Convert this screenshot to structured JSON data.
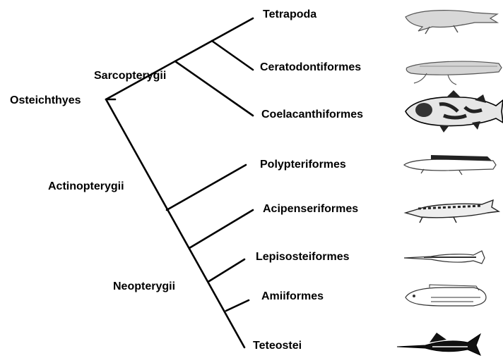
{
  "clades": {
    "osteichthyes": "Osteichthyes",
    "sarcopterygii": "Sarcopterygii",
    "actinopterygii": "Actinopterygii",
    "neopterygii": "Neopterygii"
  },
  "taxa": [
    {
      "name": "Tetrapoda",
      "icon": "tetrapod-fish-icon"
    },
    {
      "name": "Ceratodontiformes",
      "icon": "lungfish-icon"
    },
    {
      "name": "Coelacanthiformes",
      "icon": "coelacanth-icon"
    },
    {
      "name": "Polypteriformes",
      "icon": "bichir-icon"
    },
    {
      "name": "Acipenseriformes",
      "icon": "sturgeon-icon"
    },
    {
      "name": "Lepisosteiformes",
      "icon": "gar-icon"
    },
    {
      "name": "Amiiformes",
      "icon": "bowfin-icon"
    },
    {
      "name": "Teteostei",
      "icon": "marlin-icon"
    }
  ]
}
